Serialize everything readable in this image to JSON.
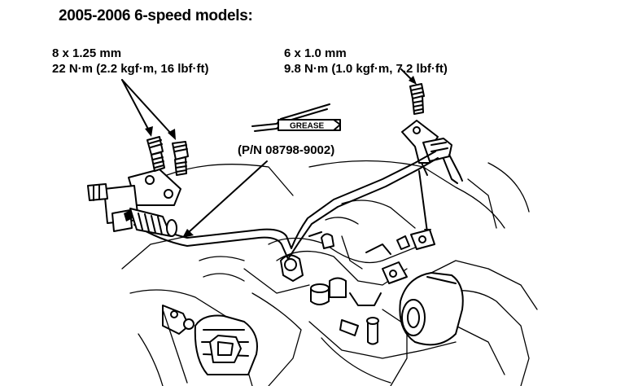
{
  "title": "2005-2006 6-speed models:",
  "left_spec": {
    "size": "8 x 1.25 mm",
    "torque": "22 N·m (2.2 kgf·m, 16 lbf·ft)"
  },
  "right_spec": {
    "size": "6 x 1.0 mm",
    "torque": "9.8 N·m (1.0 kgf·m, 7.2 lbf·ft)"
  },
  "grease": {
    "tube_label": "GREASE",
    "part_number": "(P/N 08798-9002)"
  }
}
